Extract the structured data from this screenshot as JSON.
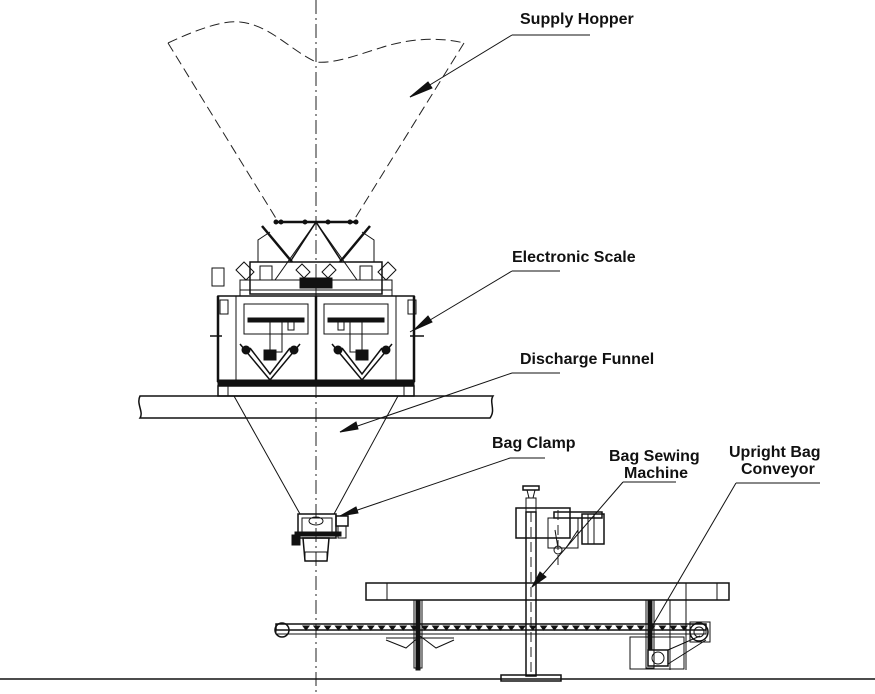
{
  "diagram": {
    "type": "technical-drawing",
    "subject": "Bagging / packing line side elevation",
    "colors": {
      "line": "#111111",
      "background": "#ffffff"
    },
    "labels": [
      {
        "id": "supply-hopper",
        "text": [
          "Supply Hopper"
        ]
      },
      {
        "id": "electronic-scale",
        "text": [
          "Electronic Scale"
        ]
      },
      {
        "id": "discharge-funnel",
        "text": [
          "Discharge Funnel"
        ]
      },
      {
        "id": "bag-clamp",
        "text": [
          "Bag Clamp"
        ]
      },
      {
        "id": "bag-sewing-machine",
        "text": [
          "Bag Sewing",
          "Machine"
        ]
      },
      {
        "id": "upright-bag-conveyor",
        "text": [
          "Upright Bag",
          "Conveyor"
        ]
      }
    ]
  }
}
